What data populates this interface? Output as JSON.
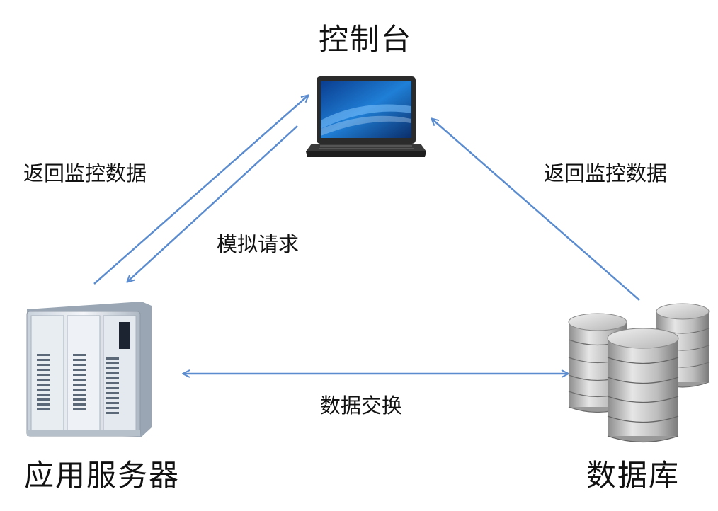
{
  "nodes": {
    "console": {
      "label": "控制台"
    },
    "app_server": {
      "label": "应用服务器"
    },
    "database": {
      "label": "数据库"
    }
  },
  "edges": {
    "server_to_console": {
      "label": "返回监控数据"
    },
    "console_to_server": {
      "label": "模拟请求"
    },
    "database_to_console": {
      "label": "返回监控数据"
    },
    "server_database": {
      "label": "数据交换"
    }
  },
  "colors": {
    "arrow": "#5b8ccf",
    "text": "#111111"
  },
  "icons": {
    "console": "laptop-icon",
    "app_server": "server-cabinet-icon",
    "database": "database-stack-icon"
  }
}
